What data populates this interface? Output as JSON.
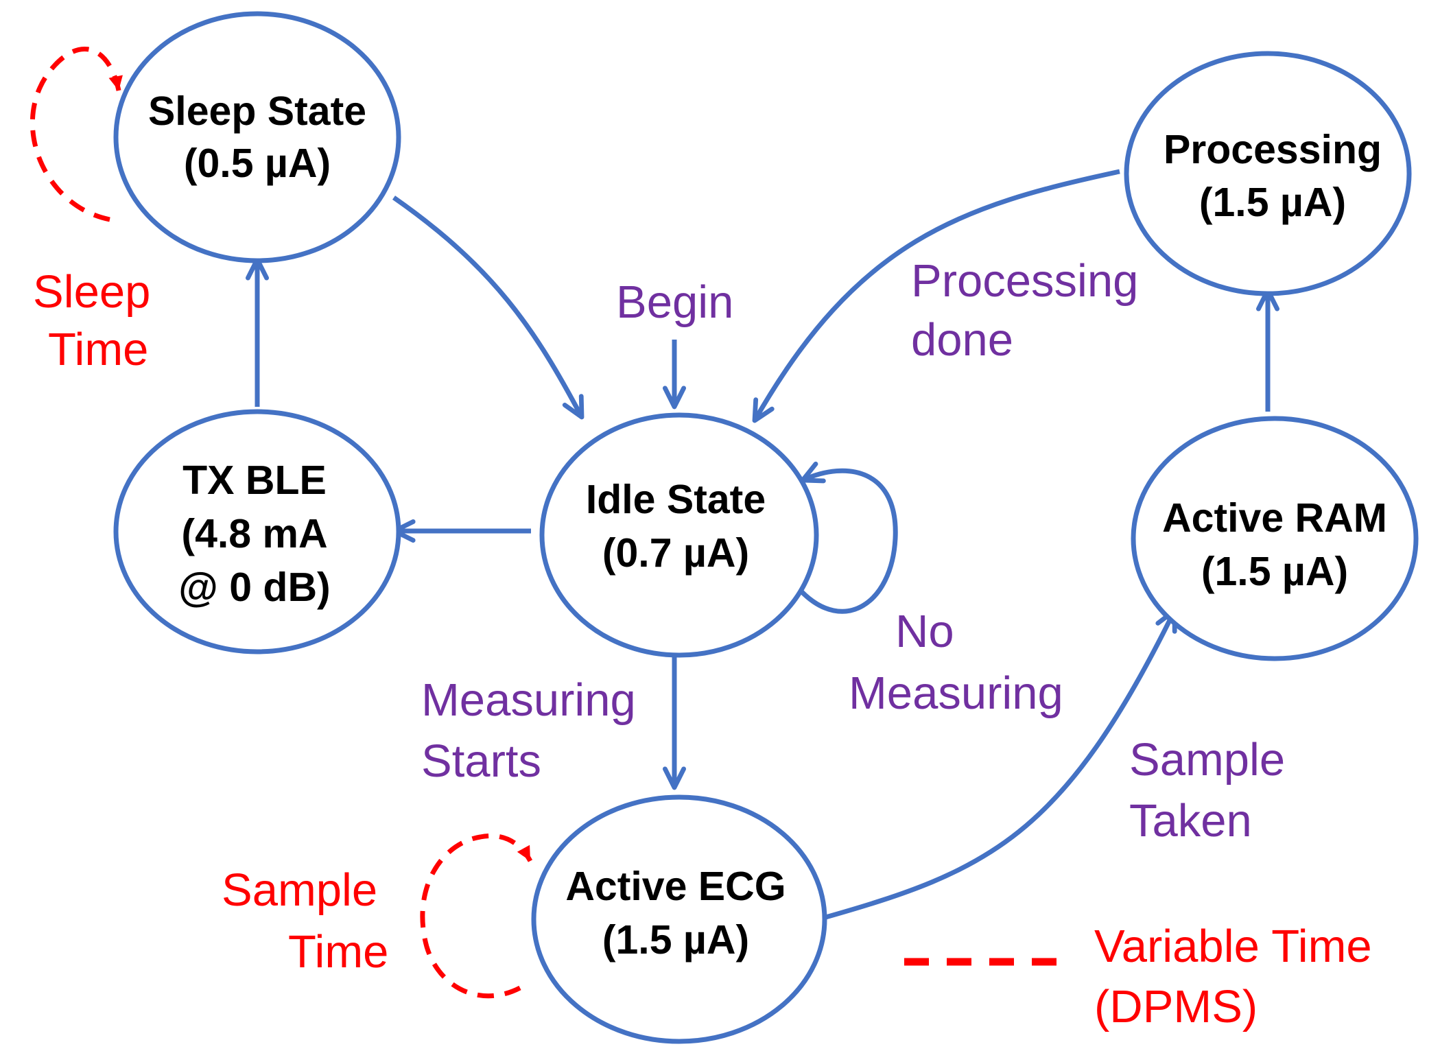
{
  "colors": {
    "node_stroke": "#4472C4",
    "arrow": "#4472C4",
    "transition_label": "#7030A0",
    "time_label": "#FF0000",
    "dashed_loop": "#FF0000"
  },
  "states": {
    "sleep": {
      "name": "Sleep State",
      "current": "(0.5 µA)"
    },
    "processing": {
      "name": "Processing",
      "current": "(1.5 µA)"
    },
    "tx_ble": {
      "name": "TX BLE",
      "current": "(4.8 mA",
      "power": "@ 0 dB)"
    },
    "idle": {
      "name": "Idle State",
      "current": "(0.7 µA)"
    },
    "active_ram": {
      "name": "Active RAM",
      "current": "(1.5 µA)"
    },
    "active_ecg": {
      "name": "Active ECG",
      "current": "(1.5 µA)"
    }
  },
  "transitions": {
    "begin": "Begin",
    "processing_done": [
      "Processing",
      "done"
    ],
    "no_measuring": [
      "No",
      "Measuring"
    ],
    "measuring_starts": [
      "Measuring",
      "Starts"
    ],
    "sample_taken": [
      "Sample",
      "Taken"
    ]
  },
  "time_labels": {
    "sleep_time": [
      "Sleep",
      "Time"
    ],
    "sample_time": [
      "Sample",
      "Time"
    ]
  },
  "legend": {
    "line1": "Variable Time",
    "line2": "(DPMS)"
  }
}
